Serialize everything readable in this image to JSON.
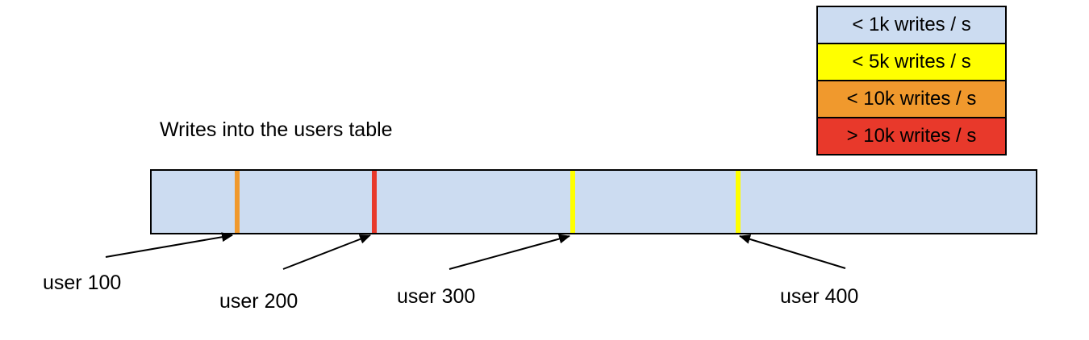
{
  "title": "Writes into the users table",
  "legend": {
    "items": [
      {
        "label": "< 1k writes / s",
        "color": "#CCDCF1"
      },
      {
        "label": "< 5k writes / s",
        "color": "#FFFF00"
      },
      {
        "label": "< 10k writes / s",
        "color": "#F0992D"
      },
      {
        "label": "> 10k writes / s",
        "color": "#E8392B"
      }
    ]
  },
  "bar": {
    "fill_color": "#CCDCF1",
    "border_color": "#000000",
    "markers": [
      {
        "label": "user 100",
        "color": "#F0992D"
      },
      {
        "label": "user 200",
        "color": "#E8392B"
      },
      {
        "label": "user 300",
        "color": "#FFFF00"
      },
      {
        "label": "user 400",
        "color": "#FFFF00"
      }
    ]
  }
}
